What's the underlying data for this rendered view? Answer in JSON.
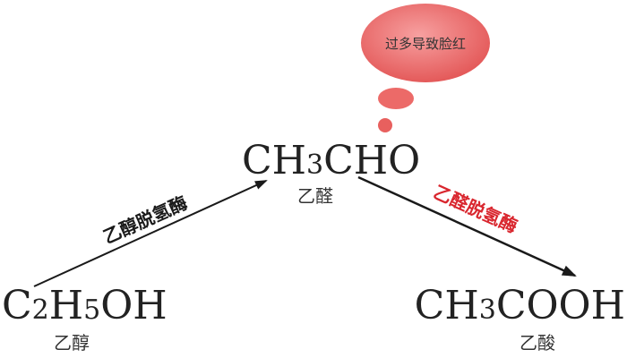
{
  "colors": {
    "arrow_left": "#1a1a1a",
    "arrow_right": "#8b1a1a",
    "enzyme_left": "#1a1a1a",
    "enzyme_right": "#d9262e",
    "bubble_main": "#f06a6a",
    "bubble_small": "#e85a5a"
  },
  "ethanol": {
    "formula": {
      "c": "C",
      "c_sub": "2",
      "h": "H",
      "h_sub": "5",
      "oh": "OH"
    },
    "name": "乙醇"
  },
  "acetaldehyde": {
    "formula": {
      "ch": "CH",
      "sub": "3",
      "rest": "CHO"
    },
    "name": "乙醛"
  },
  "acetic_acid": {
    "formula": {
      "ch": "CH",
      "sub": "3",
      "rest": "COOH"
    },
    "name": "乙酸"
  },
  "enzyme_left": "乙醇脱氢酶",
  "enzyme_right": "乙醛脱氢酶",
  "bubble_text": "过多导致脸红"
}
